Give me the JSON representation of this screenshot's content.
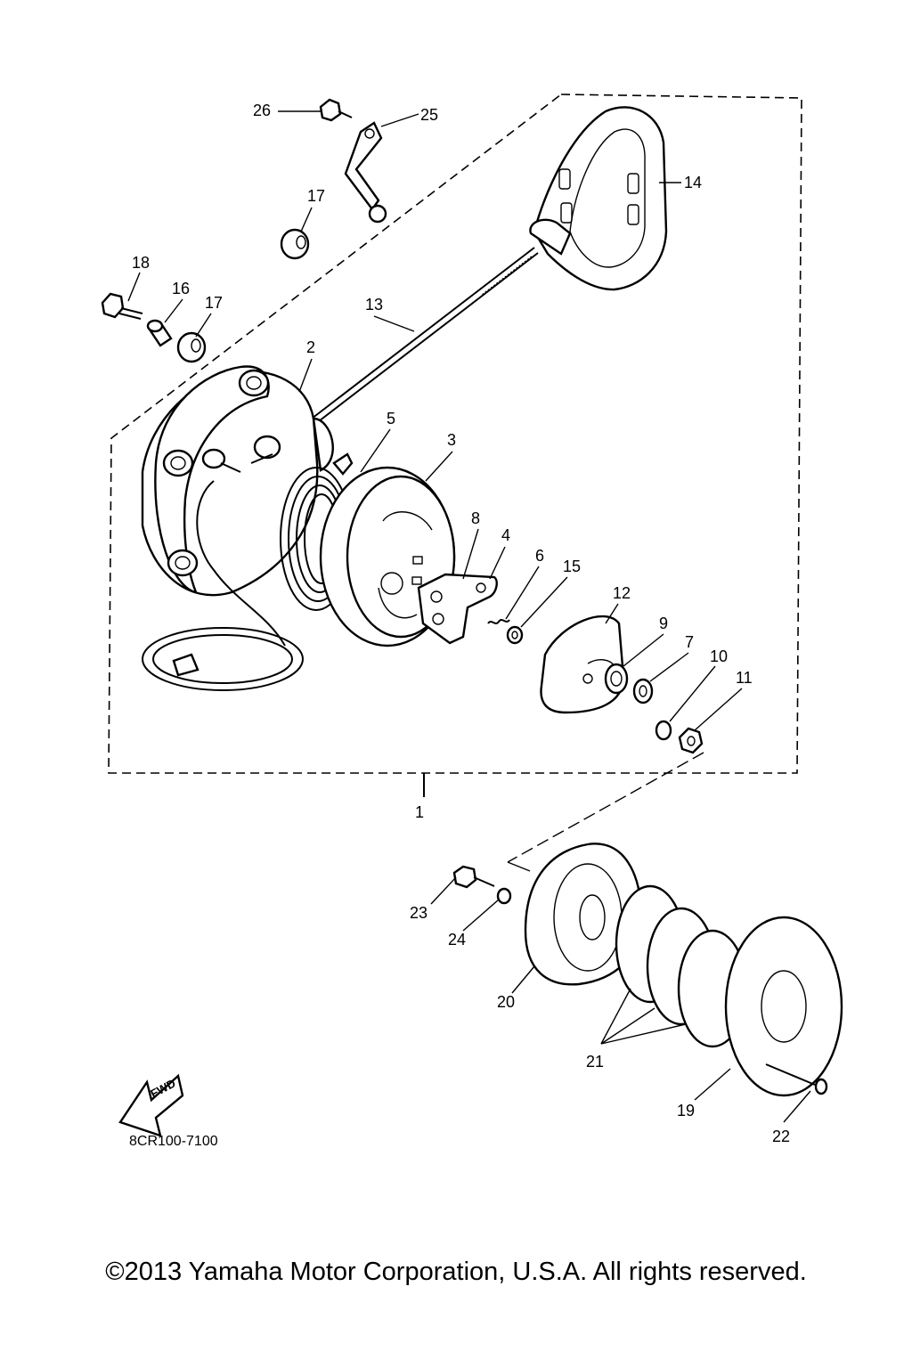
{
  "diagram": {
    "part_labels": {
      "p1": "1",
      "p2": "2",
      "p3": "3",
      "p4": "4",
      "p5": "5",
      "p6": "6",
      "p7": "7",
      "p8": "8",
      "p9": "9",
      "p10": "10",
      "p11": "11",
      "p12": "12",
      "p13": "13",
      "p14": "14",
      "p15": "15",
      "p16": "16",
      "p17a": "17",
      "p17b": "17",
      "p18": "18",
      "p19": "19",
      "p20": "20",
      "p21": "21",
      "p22": "22",
      "p23": "23",
      "p24": "24",
      "p25": "25",
      "p26": "26"
    },
    "fwd_label": "FWD",
    "reference_code": "8CR100-7100"
  },
  "footer": {
    "copyright": "©2013 Yamaha Motor Corporation, U.S.A. All rights reserved."
  }
}
